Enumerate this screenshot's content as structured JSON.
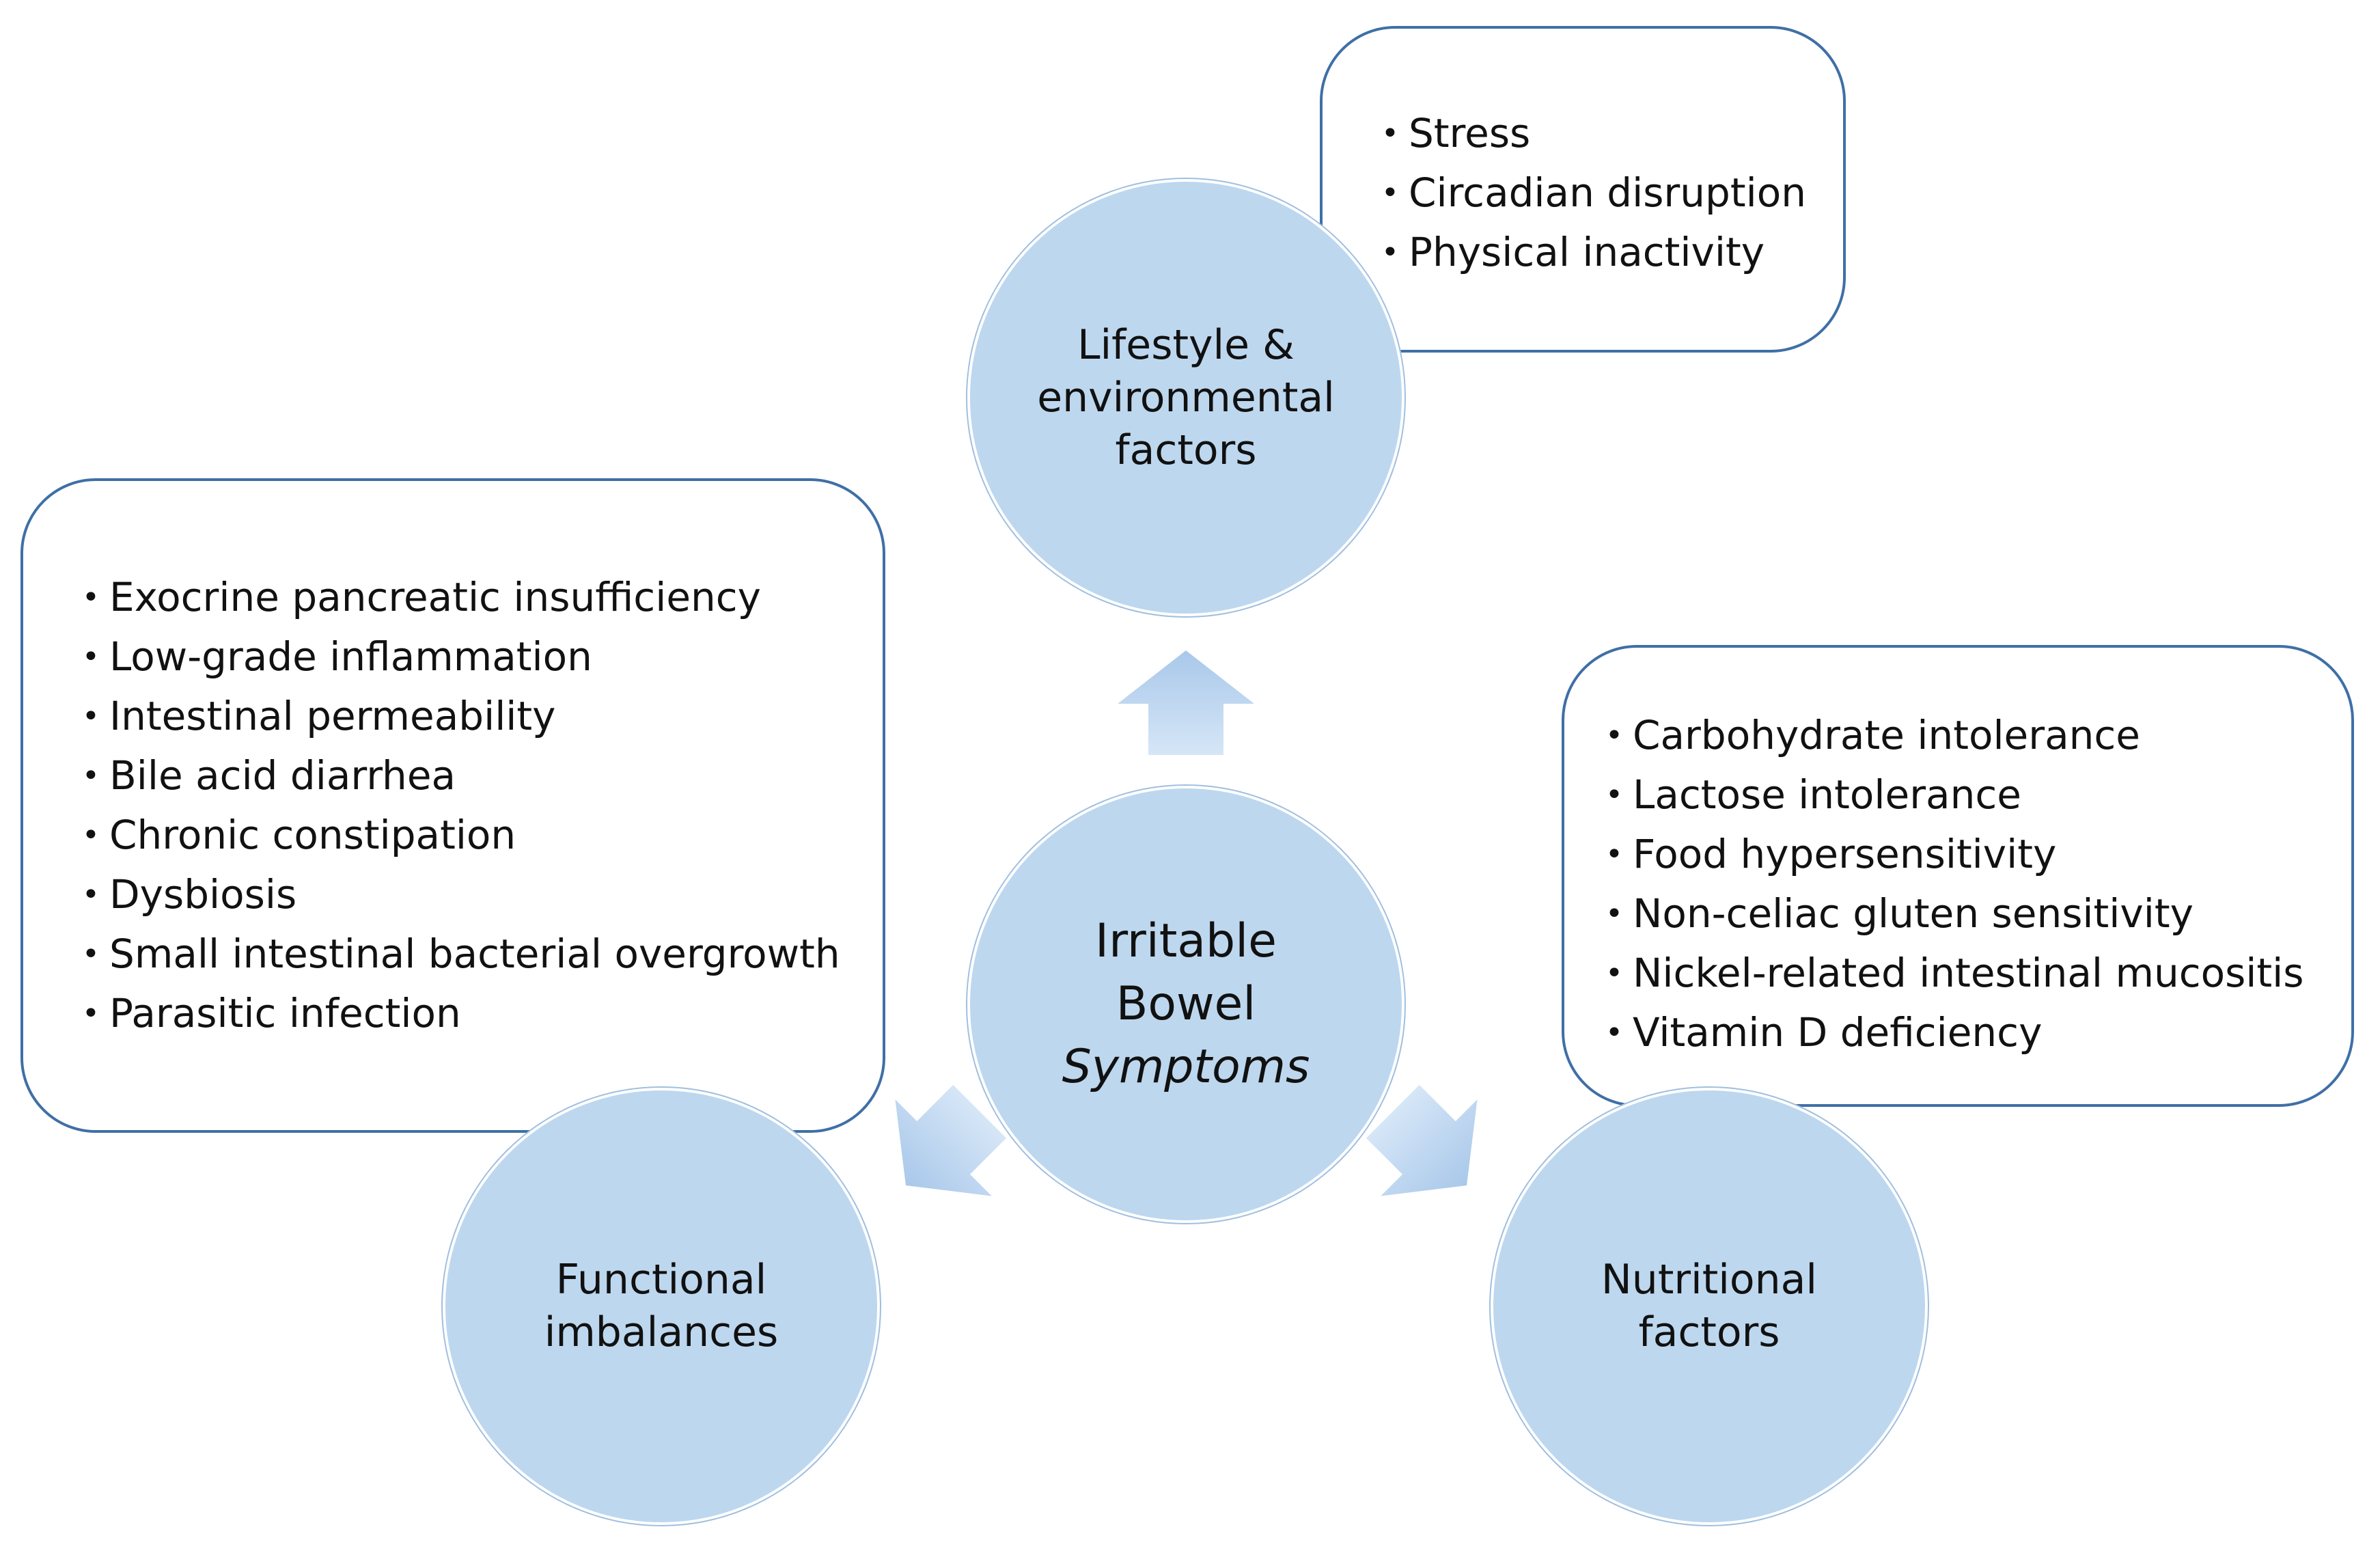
{
  "colors": {
    "circle_fill": "#bdd7ee",
    "box_border": "#3f6fa6",
    "arrow_fill": "#b4d0ee"
  },
  "center": {
    "line1": "Irritable",
    "line2": "Bowel",
    "line3": "Symptoms"
  },
  "lifestyle": {
    "label_line1": "Lifestyle &",
    "label_line2": "environmental",
    "label_line3": "factors",
    "items": [
      "Stress",
      "Circadian disruption",
      "Physical inactivity"
    ]
  },
  "functional": {
    "label_line1": "Functional",
    "label_line2": "imbalances",
    "items": [
      "Exocrine pancreatic insufficiency",
      "Low-grade inflammation",
      "Intestinal permeability",
      "Bile acid diarrhea",
      "Chronic constipation",
      "Dysbiosis",
      "Small intestinal bacterial overgrowth",
      "Parasitic infection"
    ]
  },
  "nutritional": {
    "label_line1": "Nutritional",
    "label_line2": "factors",
    "items": [
      "Carbohydrate intolerance",
      "Lactose intolerance",
      "Food hypersensitivity",
      "Non-celiac gluten sensitivity",
      "Nickel-related intestinal mucositis",
      "Vitamin D deficiency"
    ]
  },
  "arrows": [
    {
      "id": "to-lifestyle",
      "direction": "up"
    },
    {
      "id": "to-functional",
      "direction": "down-left"
    },
    {
      "id": "to-nutritional",
      "direction": "down-right"
    }
  ]
}
